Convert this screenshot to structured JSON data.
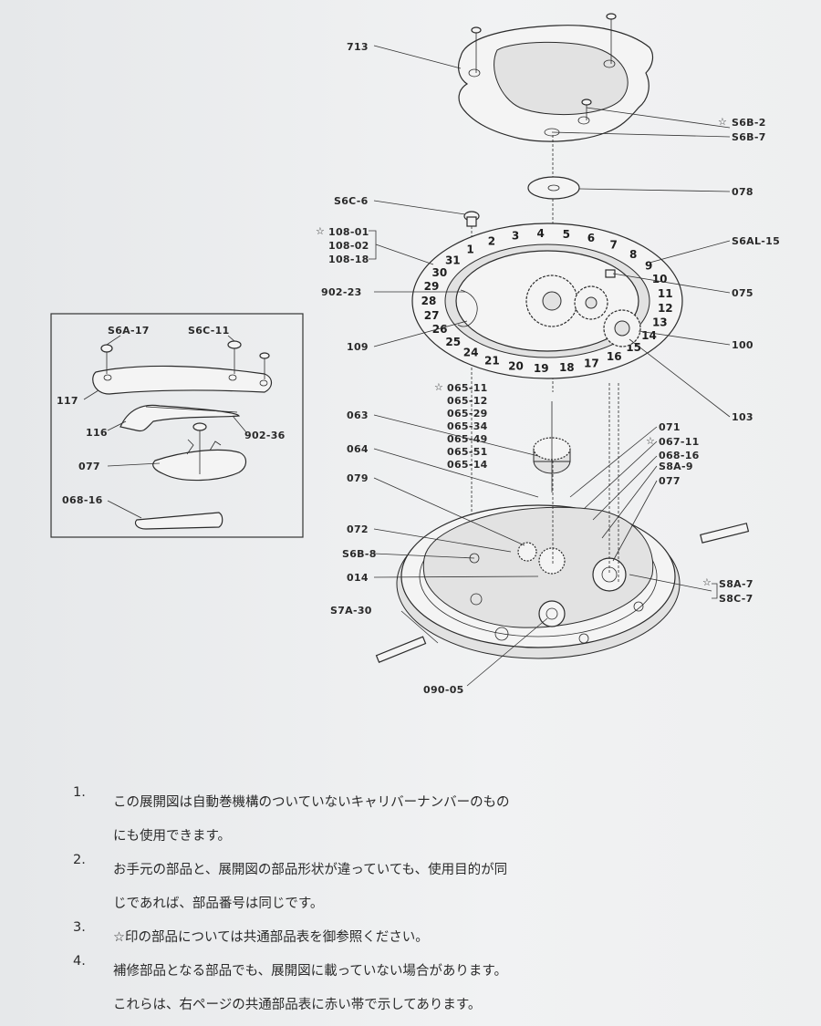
{
  "labels": {
    "l713": "713",
    "s6b2": "S6B-2",
    "s6b7": "S6B-7",
    "l078": "078",
    "s6c6": "S6C-6",
    "l108_01": "108-01",
    "l108_02": "108-02",
    "l108_18": "108-18",
    "s6al15": "S6AL-15",
    "l902_23": "902-23",
    "l075": "075",
    "l109": "109",
    "l100": "100",
    "l103": "103",
    "l065_11": "065-11",
    "l065_12": "065-12",
    "l065_29": "065-29",
    "l065_34": "065-34",
    "l065_49": "065-49",
    "l065_51": "065-51",
    "l065_14": "065-14",
    "l063": "063",
    "l071": "071",
    "l067_11": "067-11",
    "l068_16": "068-16",
    "s8a9": "S8A-9",
    "l077": "077",
    "l064": "064",
    "l079": "079",
    "l072": "072",
    "s6b8": "S6B-8",
    "l014": "014",
    "s8a7": "S8A-7",
    "s8c7": "S8C-7",
    "s7a30": "S7A-30",
    "l090_05": "090-05"
  },
  "inset": {
    "s6a17": "S6A-17",
    "s6c11": "S6C-11",
    "l117": "117",
    "l116": "116",
    "l902_36": "902-36",
    "l077": "077",
    "l068_16": "068-16"
  },
  "dial_numbers": [
    "6",
    "5",
    "4",
    "3",
    "2",
    "1",
    "31",
    "30",
    "29",
    "28",
    "27",
    "26",
    "25",
    "24",
    "21",
    "20",
    "19",
    "18",
    "17",
    "16",
    "15",
    "14",
    "13",
    "12",
    "11",
    "10",
    "9",
    "8",
    "7"
  ],
  "star_mark": "☆",
  "notes": [
    {
      "num": "1.",
      "lines": [
        "この展開図は自動巻機構のついていないキャリバーナンバーのもの",
        "にも使用できます。"
      ]
    },
    {
      "num": "2.",
      "lines": [
        "お手元の部品と、展開図の部品形状が違っていても、使用目的が同",
        "じであれば、部品番号は同じです。"
      ]
    },
    {
      "num": "3.",
      "lines": [
        "☆印の部品については共通部品表を御参照ください。"
      ]
    },
    {
      "num": "4.",
      "lines": [
        "補修部品となる部品でも、展開図に載っていない場合があります。",
        "これらは、右ページの共通部品表に赤い帯で示してあります。"
      ]
    }
  ]
}
